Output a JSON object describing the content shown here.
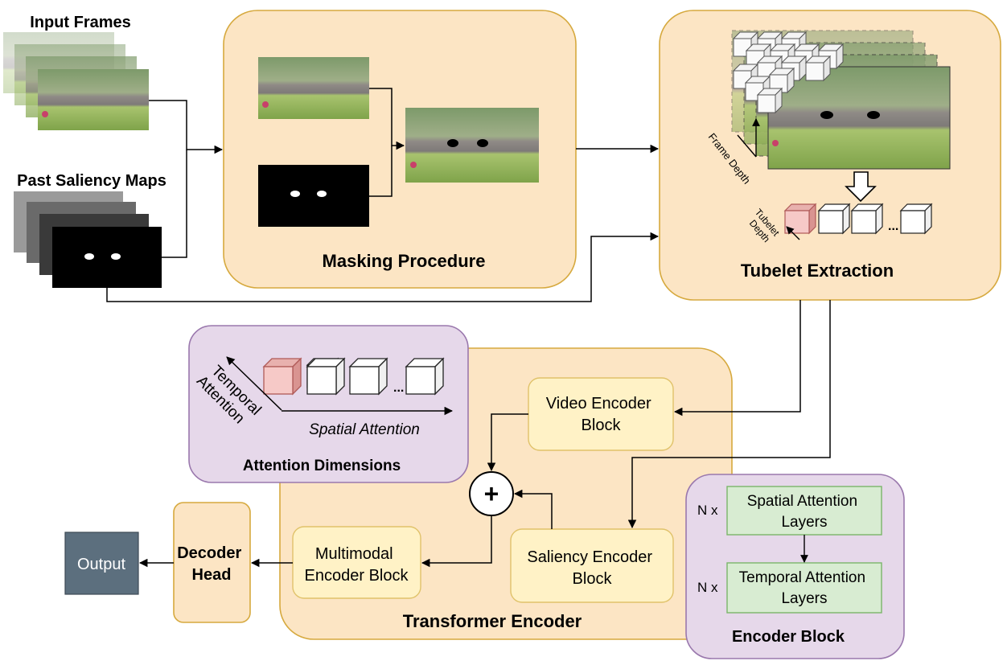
{
  "inputs": {
    "frames_label": "Input Frames",
    "saliency_label": "Past Saliency Maps"
  },
  "masking": {
    "title": "Masking Procedure"
  },
  "tubelet": {
    "title": "Tubelet Extraction",
    "frame_depth_label": "Frame Depth",
    "tubelet_depth_line1": "Tubelet",
    "tubelet_depth_line2": "Depth",
    "ellipsis": "..."
  },
  "attention": {
    "title": "Attention Dimensions",
    "temporal_line1": "Temporal",
    "temporal_line2": "Attention",
    "spatial": "Spatial Attention",
    "ellipsis": "..."
  },
  "transformer": {
    "title": "Transformer Encoder",
    "video_block_line1": "Video Encoder",
    "video_block_line2": "Block",
    "saliency_block_line1": "Saliency Encoder",
    "saliency_block_line2": "Block",
    "multimodal_line1": "Multimodal",
    "multimodal_line2": "Encoder Block",
    "plus": "+"
  },
  "encoder_block": {
    "title": "Encoder Block",
    "spatial_line1": "Spatial Attention",
    "spatial_line2": "Layers",
    "temporal_line1": "Temporal Attention",
    "temporal_line2": "Layers",
    "n_spatial": "N x",
    "n_temporal": "N x"
  },
  "decoder": {
    "line1": "Decoder",
    "line2": "Head"
  },
  "output": {
    "label": "Output"
  },
  "colors": {
    "orange_fill": "#fce5c4",
    "orange_stroke": "#d6a93e",
    "yellow_fill": "#fff2c6",
    "yellow_stroke": "#e0c26a",
    "purple_fill": "#e6d8ea",
    "purple_stroke": "#9a78ad",
    "green_fill": "#d8ecd2",
    "green_stroke": "#7bb56a",
    "output_fill": "#5c6f7e"
  }
}
